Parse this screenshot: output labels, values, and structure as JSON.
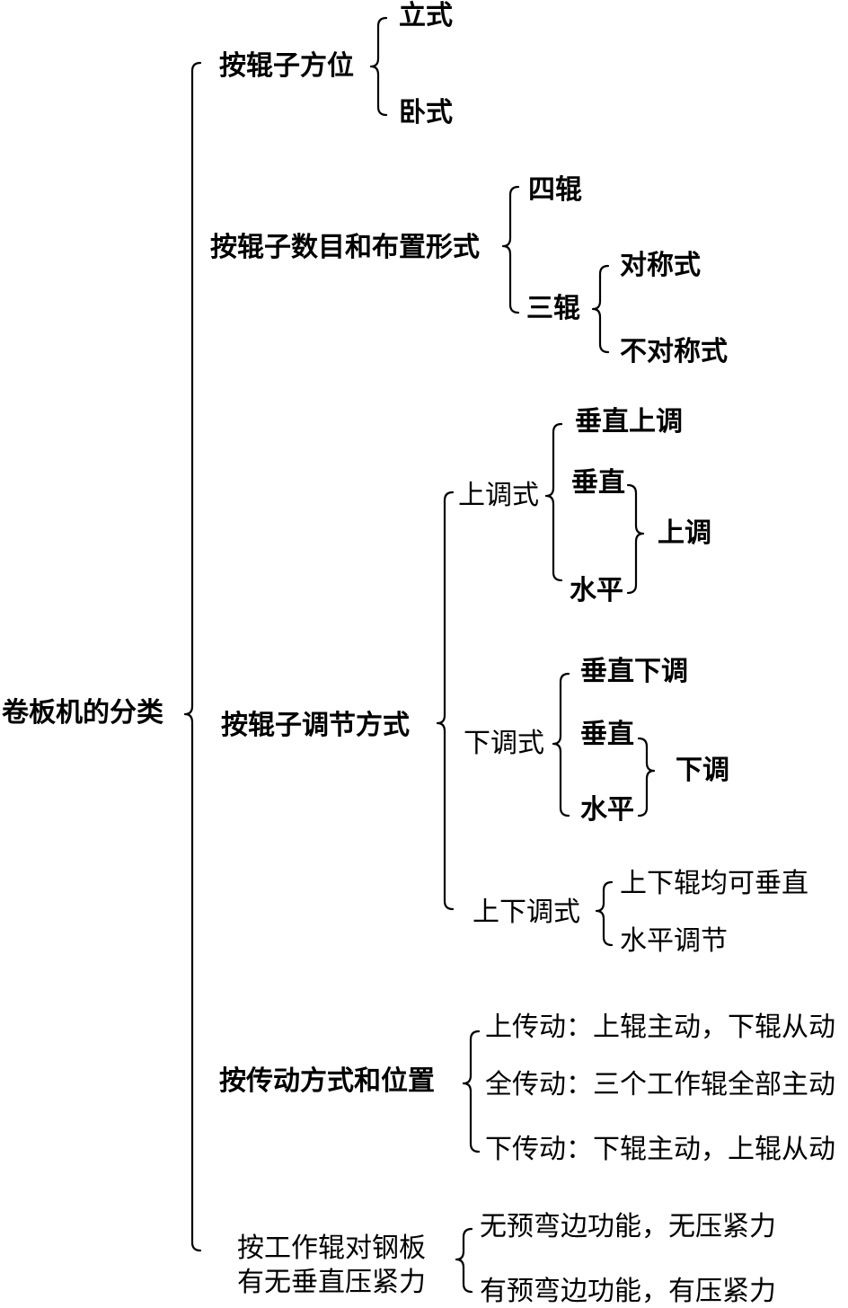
{
  "root": "卷板机的分类",
  "c1": {
    "label": "按辊子方位",
    "a": "立式",
    "b": "卧式"
  },
  "c2": {
    "label": "按辊子数目和布置形式",
    "four": "四辊",
    "three": "三辊",
    "sym": "对称式",
    "asym": "不对称式"
  },
  "c3": {
    "label": "按辊子调节方式",
    "up": {
      "label": "上调式",
      "v": "垂直上调",
      "vertical": "垂直",
      "horizontal": "水平",
      "combo": "上调"
    },
    "down": {
      "label": "下调式",
      "v": "垂直下调",
      "vertical": "垂直",
      "horizontal": "水平",
      "combo": "下调"
    },
    "updown": {
      "label": "上下调式",
      "line1": "上下辊均可垂直",
      "line2": "水平调节"
    }
  },
  "c4": {
    "label": "按传动方式和位置",
    "items": [
      "上传动：上辊主动，下辊从动",
      "全传动：三个工作辊全部主动",
      "下传动：下辊主动，上辊从动"
    ]
  },
  "c5": {
    "label_line1": "按工作辊对钢板",
    "label_line2": "有无垂直压紧力",
    "items": [
      "无预弯边功能，无压紧力",
      "有预弯边功能，有压紧力"
    ]
  }
}
